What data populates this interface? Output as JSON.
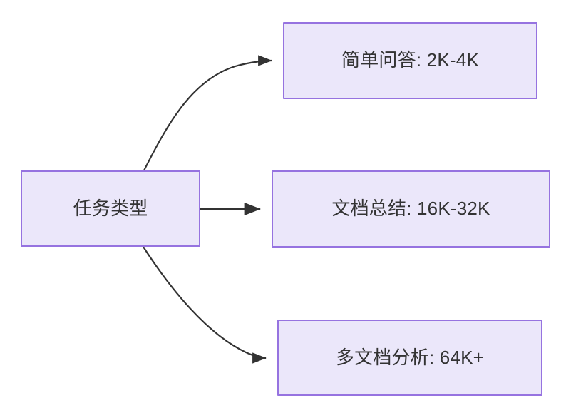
{
  "diagram": {
    "type": "flowchart",
    "direction": "left-to-right",
    "background_color": "#ffffff",
    "node_fill_color": "#ebe7fa",
    "node_border_color": "#9673e0",
    "node_text_color": "#333333",
    "edge_color": "#333333",
    "nodes": [
      {
        "id": "source",
        "label": "任务类型"
      },
      {
        "id": "simple_qa",
        "label": "简单问答: 2K-4K"
      },
      {
        "id": "doc_summary",
        "label": "文档总结: 16K-32K"
      },
      {
        "id": "multi_doc",
        "label": "多文档分析: 64K+"
      }
    ],
    "edges": [
      {
        "from": "source",
        "to": "simple_qa",
        "label": "",
        "style": "curved-arrow"
      },
      {
        "from": "source",
        "to": "doc_summary",
        "label": "",
        "style": "straight-arrow"
      },
      {
        "from": "source",
        "to": "multi_doc",
        "label": "",
        "style": "curved-arrow"
      }
    ]
  }
}
